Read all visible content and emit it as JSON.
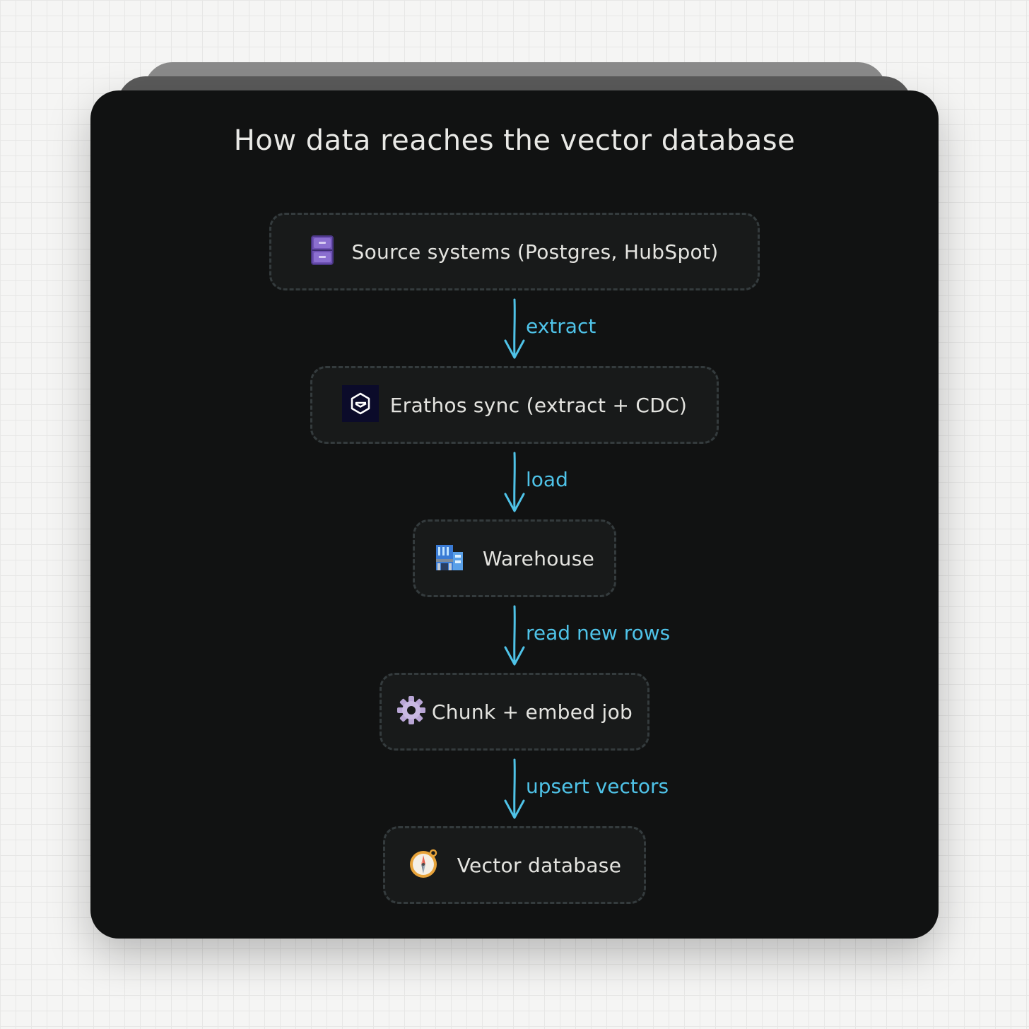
{
  "diagram": {
    "title": "How data reaches the vector database",
    "nodes": [
      {
        "id": "source",
        "label": "Source systems (Postgres, HubSpot)",
        "icon": "file-cabinet-icon"
      },
      {
        "id": "erathos",
        "label": "Erathos sync (extract + CDC)",
        "icon": "erathos-logo-icon"
      },
      {
        "id": "warehouse",
        "label": "Warehouse",
        "icon": "office-building-icon"
      },
      {
        "id": "embed",
        "label": "Chunk + embed job",
        "icon": "gear-icon"
      },
      {
        "id": "vectordb",
        "label": "Vector database",
        "icon": "compass-icon"
      }
    ],
    "edges": [
      {
        "from": "source",
        "to": "erathos",
        "label": "extract"
      },
      {
        "from": "erathos",
        "to": "warehouse",
        "label": "load"
      },
      {
        "from": "warehouse",
        "to": "embed",
        "label": "read new rows"
      },
      {
        "from": "embed",
        "to": "vectordb",
        "label": "upsert vectors"
      }
    ],
    "colors": {
      "edge": "#4fc3e8",
      "node_border": "#343b3d",
      "card": "#111212"
    }
  }
}
